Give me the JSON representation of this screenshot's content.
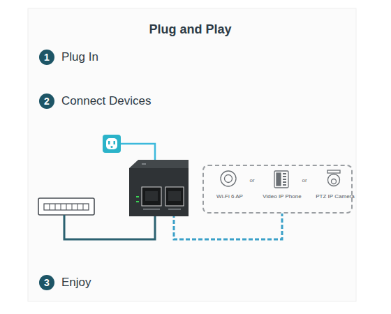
{
  "diagram": {
    "title": "Plug and Play",
    "nodes": [
      {
        "text": [
          "1"
        ]
      },
      {
        "text": [
          "2"
        ]
      },
      {
        "text": [
          "or",
          "or"
        ]
      },
      {
        "text": [
          "Wi-Fi 6 AP"
        ],
        "in": 2
      },
      {
        "text": [
          "Video IP Phone"
        ],
        "in": 2
      },
      {
        "text": [
          "PTZ IP Camera"
        ],
        "in": 2
      },
      {
        "text": [
          "3"
        ]
      }
    ],
    "labels": [
      "Plug In",
      "Connect Devices",
      "Enjoy"
    ]
  }
}
